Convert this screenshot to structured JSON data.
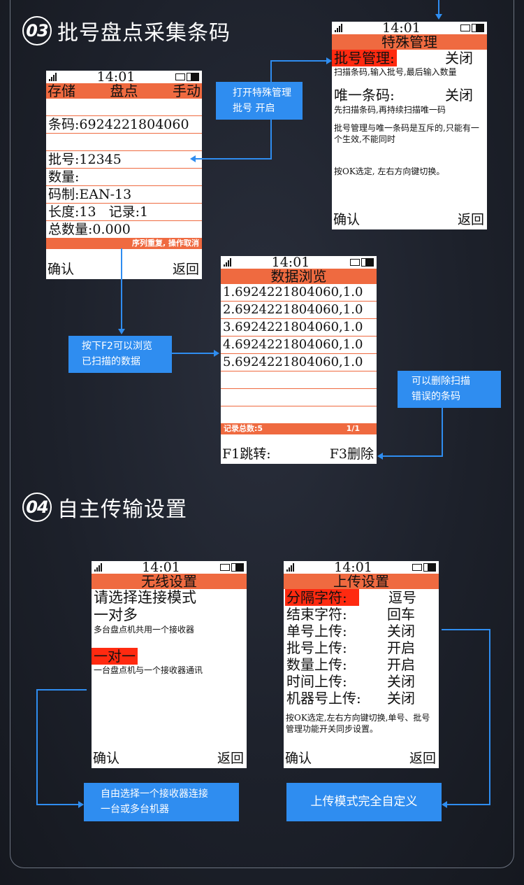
{
  "status_time": "14:01",
  "section3": {
    "num": "03",
    "title": "批号盘点采集条码",
    "screen_inventory": {
      "header": [
        "存储",
        "盘点",
        "手动"
      ],
      "barcode": "条码:6924221804060",
      "batch": "批号:12345",
      "qty": "数量:",
      "code_type": "码制:EAN-13",
      "length": "长度:13",
      "record": "记录:1",
      "total": "总数量:0.000",
      "warning": "序列重复, 操作取消",
      "ok": "确认",
      "back": "返回"
    },
    "screen_special": {
      "header": "特殊管理",
      "batch_label": "批号管理:",
      "batch_value": "关闭",
      "batch_desc": "扫描条码,输入批号,最后输入数量",
      "unique_label": "唯一条码:",
      "unique_value": "关闭",
      "unique_desc": "先扫描条码,再持续扫描唯一码",
      "mutex_desc": "批号管理与唯一条码是互斥的,只能有一个生效,不能同时",
      "hint": "按OK选定, 左右方向键切换。",
      "ok": "确认",
      "back": "返回"
    },
    "screen_browse": {
      "header": "数据浏览",
      "rows": [
        "1.6924221804060,1.0",
        "2.6924221804060,1.0",
        "3.6924221804060,1.0",
        "4.6924221804060,1.0",
        "5.6924221804060,1.0"
      ],
      "total_label": "记录总数:5",
      "page": "1/1",
      "f1": "F1跳转:",
      "f3": "F3删除"
    },
    "callout_special": [
      "打开特殊管理",
      "批号  开启"
    ],
    "callout_f2": [
      "按下F2可以浏览",
      "已扫描的数据"
    ],
    "callout_delete": [
      "可以删除扫描",
      "错误的条码"
    ]
  },
  "section4": {
    "num": "04",
    "title": "自主传输设置",
    "screen_wireless": {
      "header": "无线设置",
      "prompt": "请选择连接模式",
      "one_many": "一对多",
      "one_many_desc": "多台盘点机共用一个接收器",
      "one_one": "一对一",
      "one_one_desc": "一台盘点机与一个接收器通讯",
      "ok": "确认",
      "back": "返回"
    },
    "screen_upload": {
      "header": "上传设置",
      "items": [
        {
          "label": "分隔字符:",
          "value": "逗号"
        },
        {
          "label": "结束字符:",
          "value": "回车"
        },
        {
          "label": "单号上传:",
          "value": "关闭"
        },
        {
          "label": "批号上传:",
          "value": "开启"
        },
        {
          "label": "数量上传:",
          "value": "开启"
        },
        {
          "label": "时间上传:",
          "value": "关闭"
        },
        {
          "label": "机器号上传:",
          "value": "关闭"
        }
      ],
      "hint": "按OK选定,左右方向键切换,单号、批号管理功能开关同步设置。",
      "ok": "确认",
      "back": "返回"
    },
    "callout_wireless": [
      "自由选择一个接收器连接",
      "一台或多台机器"
    ],
    "callout_upload": "上传模式完全自定义"
  },
  "colors": {
    "accent": "#ef6a40",
    "highlight": "#ff2a10",
    "callout": "#2f8df0"
  }
}
